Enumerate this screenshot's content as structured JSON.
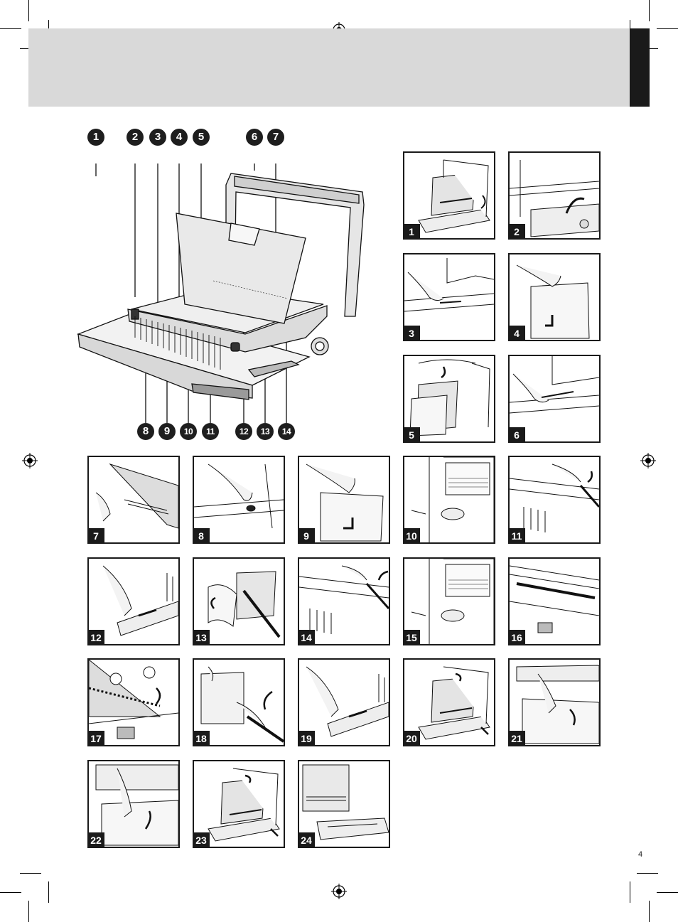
{
  "page": {
    "page_number": "4",
    "header_color": "#d9d9d9",
    "tab_color": "#1a1a1a"
  },
  "callouts": {
    "top": [
      "1",
      "2",
      "3",
      "4",
      "5",
      "6",
      "7"
    ],
    "bottom": [
      "8",
      "9",
      "10",
      "11",
      "12",
      "13",
      "14"
    ]
  },
  "steps": [
    {
      "number": "1",
      "icon": "binder-open-cover-icon"
    },
    {
      "number": "2",
      "icon": "binder-lever-raise-icon"
    },
    {
      "number": "3",
      "icon": "hand-adjust-guide-icon"
    },
    {
      "number": "4",
      "icon": "hand-insert-paper-icon"
    },
    {
      "number": "5",
      "icon": "binder-cover-close-icon"
    },
    {
      "number": "6",
      "icon": "hand-adjust-guide-icon"
    },
    {
      "number": "7",
      "icon": "hand-comb-teeth-icon"
    },
    {
      "number": "8",
      "icon": "hand-press-knob-icon"
    },
    {
      "number": "9",
      "icon": "hand-insert-paper-icon"
    },
    {
      "number": "10",
      "icon": "diameter-gauge-icon"
    },
    {
      "number": "11",
      "icon": "hand-lever-pull-icon"
    },
    {
      "number": "12",
      "icon": "hand-slide-knob-icon"
    },
    {
      "number": "13",
      "icon": "hand-flip-pages-icon"
    },
    {
      "number": "14",
      "icon": "hand-lever-push-icon"
    },
    {
      "number": "15",
      "icon": "diameter-gauge-icon"
    },
    {
      "number": "16",
      "icon": "comb-channel-icon"
    },
    {
      "number": "17",
      "icon": "comb-rotate-icon"
    },
    {
      "number": "18",
      "icon": "hand-lever-pull-icon"
    },
    {
      "number": "19",
      "icon": "hand-slide-knob-icon"
    },
    {
      "number": "20",
      "icon": "binder-open-cover-icon"
    },
    {
      "number": "21",
      "icon": "hand-fold-down-icon"
    },
    {
      "number": "22",
      "icon": "hand-fold-up-icon"
    },
    {
      "number": "23",
      "icon": "binder-open-cover-icon"
    },
    {
      "number": "24",
      "icon": "binder-folded-icon"
    }
  ]
}
